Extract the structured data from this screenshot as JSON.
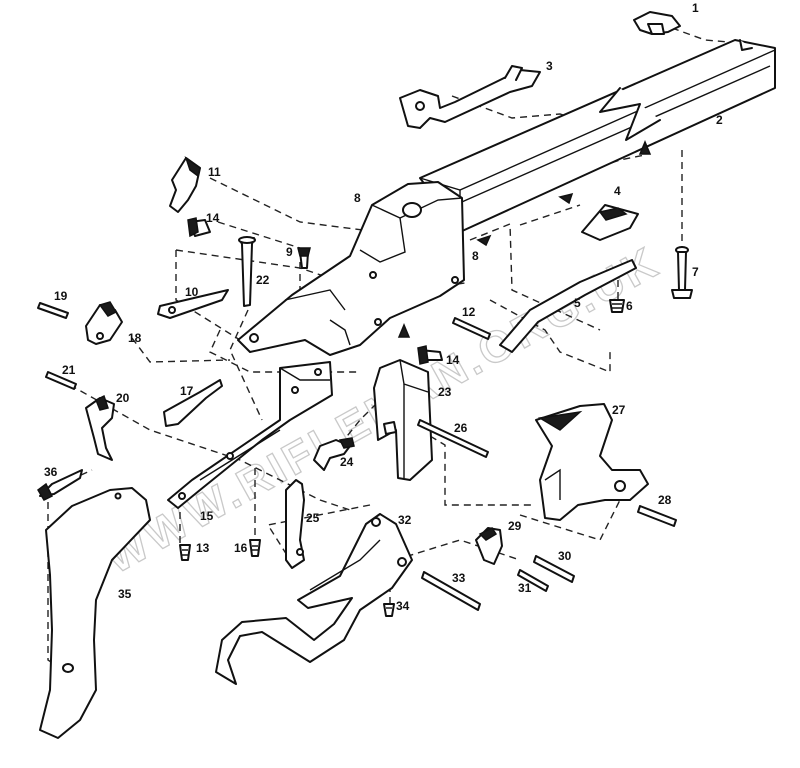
{
  "watermark": "© WWW.RIFLEMAN.ORG.UK",
  "callouts": [
    {
      "id": "1",
      "text": "1"
    },
    {
      "id": "2",
      "text": "2"
    },
    {
      "id": "3",
      "text": "3"
    },
    {
      "id": "4",
      "text": "4"
    },
    {
      "id": "5",
      "text": "5"
    },
    {
      "id": "6",
      "text": "6"
    },
    {
      "id": "7",
      "text": "7"
    },
    {
      "id": "8a",
      "text": "8"
    },
    {
      "id": "8b",
      "text": "8"
    },
    {
      "id": "9",
      "text": "9"
    },
    {
      "id": "10",
      "text": "10"
    },
    {
      "id": "11",
      "text": "11"
    },
    {
      "id": "12",
      "text": "12"
    },
    {
      "id": "13",
      "text": "13"
    },
    {
      "id": "14a",
      "text": "14"
    },
    {
      "id": "14b",
      "text": "14"
    },
    {
      "id": "15",
      "text": "15"
    },
    {
      "id": "16",
      "text": "16"
    },
    {
      "id": "17",
      "text": "17"
    },
    {
      "id": "18",
      "text": "18"
    },
    {
      "id": "19",
      "text": "19"
    },
    {
      "id": "20",
      "text": "20"
    },
    {
      "id": "21",
      "text": "21"
    },
    {
      "id": "22",
      "text": "22"
    },
    {
      "id": "23",
      "text": "23"
    },
    {
      "id": "24",
      "text": "24"
    },
    {
      "id": "25",
      "text": "25"
    },
    {
      "id": "26",
      "text": "26"
    },
    {
      "id": "27",
      "text": "27"
    },
    {
      "id": "28",
      "text": "28"
    },
    {
      "id": "29",
      "text": "29"
    },
    {
      "id": "30",
      "text": "30"
    },
    {
      "id": "31",
      "text": "31"
    },
    {
      "id": "32",
      "text": "32"
    },
    {
      "id": "33",
      "text": "33"
    },
    {
      "id": "34",
      "text": "34"
    },
    {
      "id": "35",
      "text": "35"
    },
    {
      "id": "36",
      "text": "36"
    }
  ]
}
